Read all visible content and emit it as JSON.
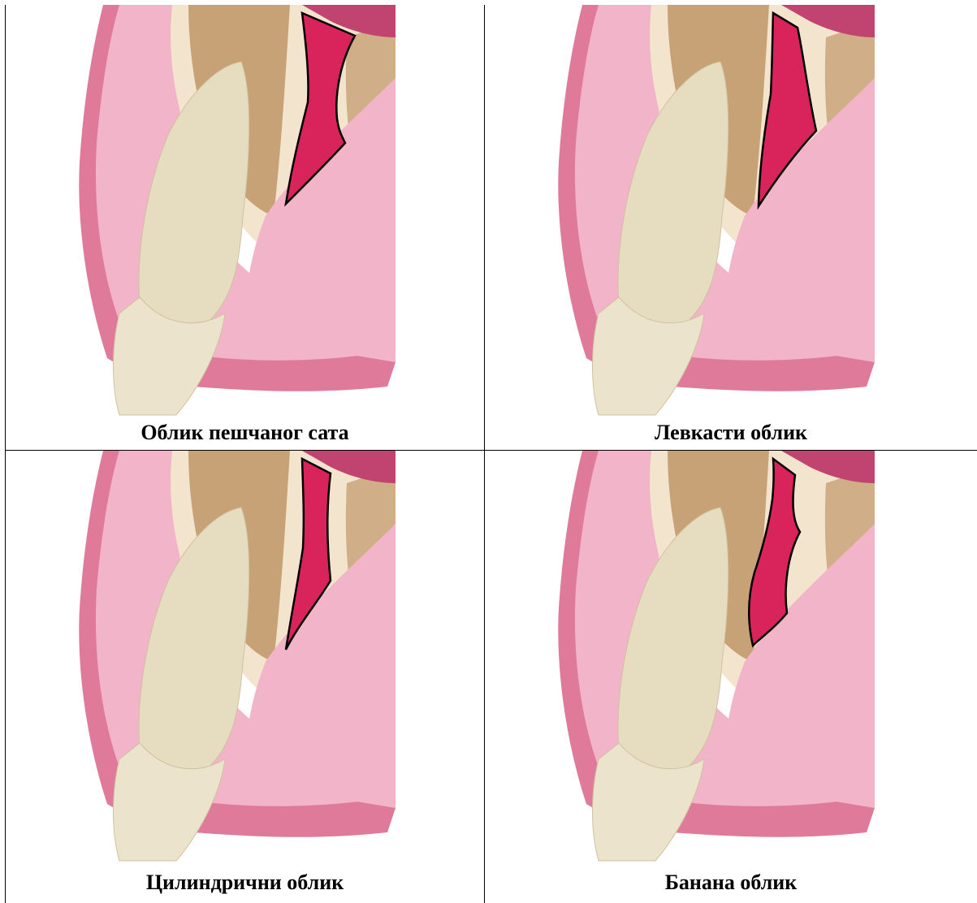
{
  "figure": {
    "panels": [
      {
        "caption": "Облик пешчаног сата",
        "shape": "hourglass"
      },
      {
        "caption": "Левкасти облик",
        "shape": "funnel"
      },
      {
        "caption": "Цилиндрични облик",
        "shape": "cylinder"
      },
      {
        "caption": "Банана облик",
        "shape": "banana"
      }
    ]
  },
  "colors": {
    "gum": "#e07a9a",
    "gum_light": "#f2b4c8",
    "bone": "#f3e4cd",
    "trabecular": "#b98c5a",
    "tooth": "#e6dcc0",
    "canal": "#d8245a",
    "sinus": "#c0446f"
  }
}
